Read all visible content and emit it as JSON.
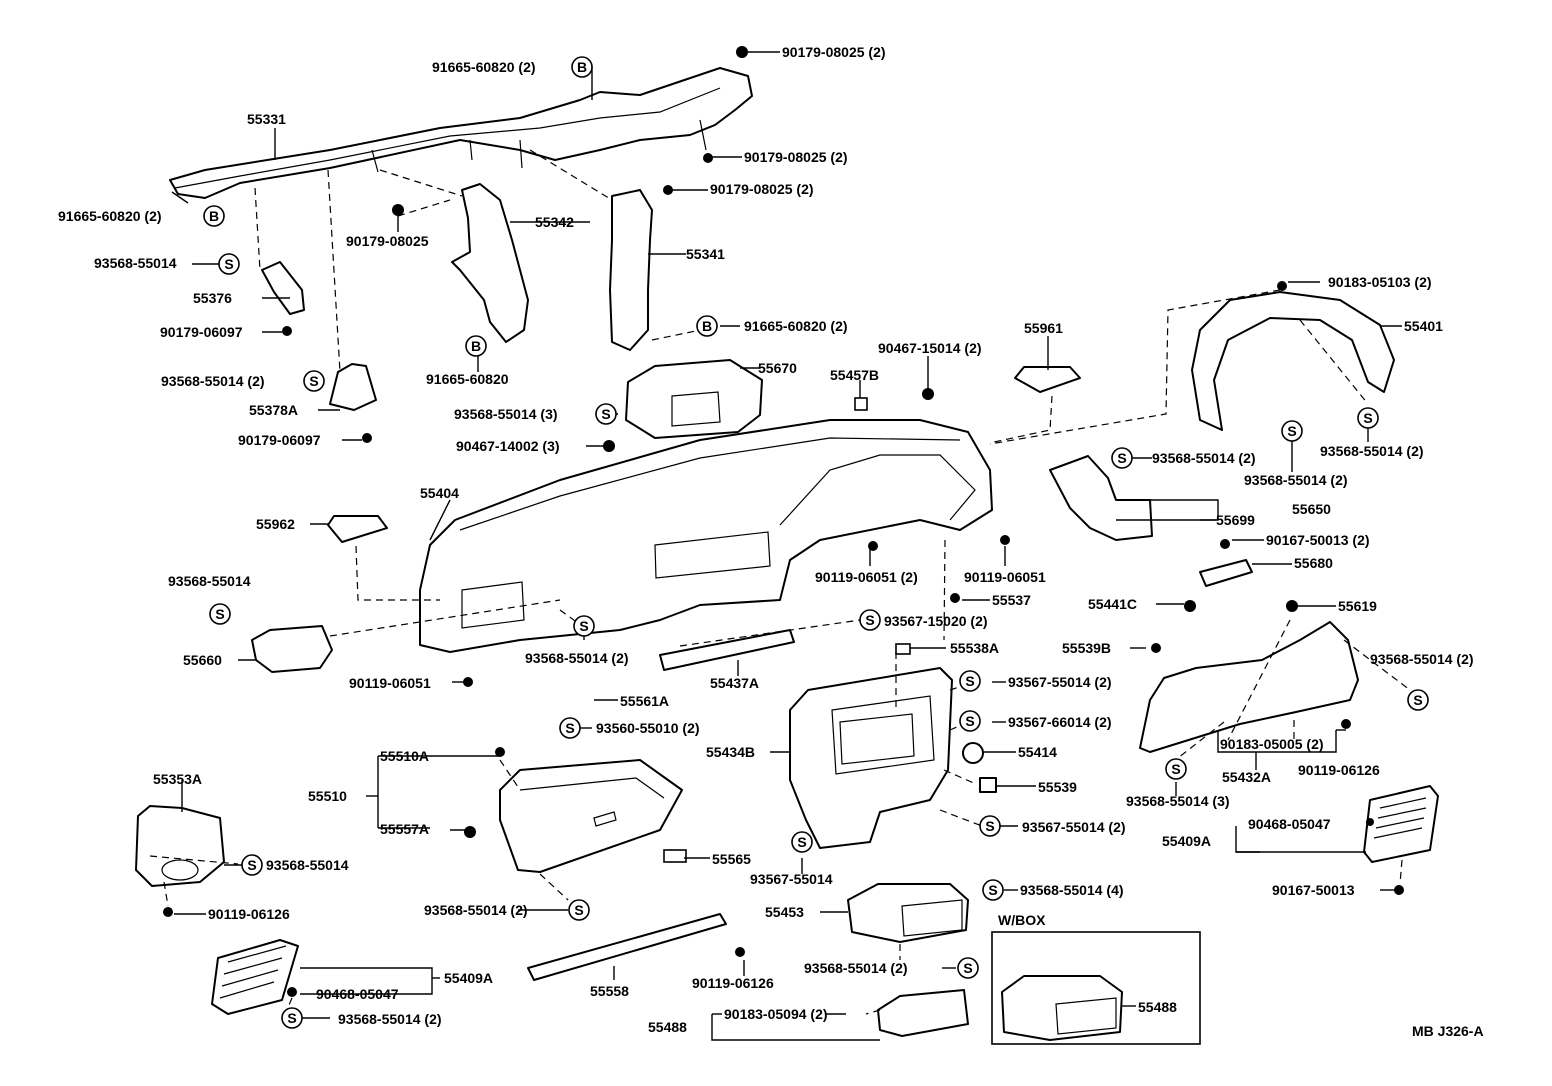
{
  "labels": {
    "l01": "90179-08025 (2)",
    "l02": "91665-60820 (2)",
    "l03": "55331",
    "l04": "90179-08025 (2)",
    "l05": "90179-08025 (2)",
    "l06": "91665-60820 (2)",
    "l07": "90179-08025",
    "l08": "55342",
    "l09": "55341",
    "l10": "93568-55014",
    "l11": "55376",
    "l12": "90179-06097",
    "l13": "91665-60820 (2)",
    "l14": "90183-05103 (2)",
    "l15": "55401",
    "l16": "55961",
    "l17": "90467-15014 (2)",
    "l18": "93568-55014 (2)",
    "l19": "91665-60820",
    "l20": "55670",
    "l21": "55457B",
    "l22": "55378A",
    "l23": "93568-55014 (3)",
    "l24": "90179-06097",
    "l25": "90467-14002 (3)",
    "l26": "93568-55014 (2)",
    "l27": "93568-55014 (2)",
    "l28": "93568-55014 (2)",
    "l29": "55404",
    "l30": "55650",
    "l31": "55962",
    "l32": "55699",
    "l33": "90167-50013 (2)",
    "l34": "90119-06051 (2)",
    "l35": "90119-06051",
    "l36": "55680",
    "l37": "93568-55014",
    "l38": "55537",
    "l39": "55441C",
    "l40": "55619",
    "l41": "93567-15020 (2)",
    "l42": "55660",
    "l43": "93568-55014 (2)",
    "l44": "55538A",
    "l45": "55539B",
    "l46": "93568-55014 (2)",
    "l47": "55437A",
    "l48": "90119-06051",
    "l49": "55561A",
    "l50": "93567-55014 (2)",
    "l51": "93560-55010 (2)",
    "l52": "93567-66014 (2)",
    "l53": "55434B",
    "l54": "55414",
    "l55": "90183-05005 (2)",
    "l56": "90119-06126",
    "l57": "55510A",
    "l58": "55353A",
    "l59": "55510",
    "l60": "55539",
    "l61": "55432A",
    "l62": "93568-55014 (3)",
    "l63": "55557A",
    "l64": "93567-55014 (2)",
    "l65": "90468-05047",
    "l66": "55409A",
    "l67": "93568-55014",
    "l68": "55565",
    "l69": "93567-55014",
    "l70": "90119-06126",
    "l71": "93568-55014 (2)",
    "l72": "93568-55014 (4)",
    "l73": "55453",
    "l74": "90167-50013",
    "l75": "W/BOX",
    "l76": "55409A",
    "l77": "90468-05047",
    "l78": "93568-55014 (2)",
    "l79": "90119-06126",
    "l80": "55558",
    "l81": "93568-55014 (2)",
    "l82": "90183-05094 (2)",
    "l83": "55488",
    "l84": "55488",
    "l85": "MB J326-A"
  },
  "symbols": {
    "bolt_marker": "B",
    "screw_marker": "S"
  }
}
